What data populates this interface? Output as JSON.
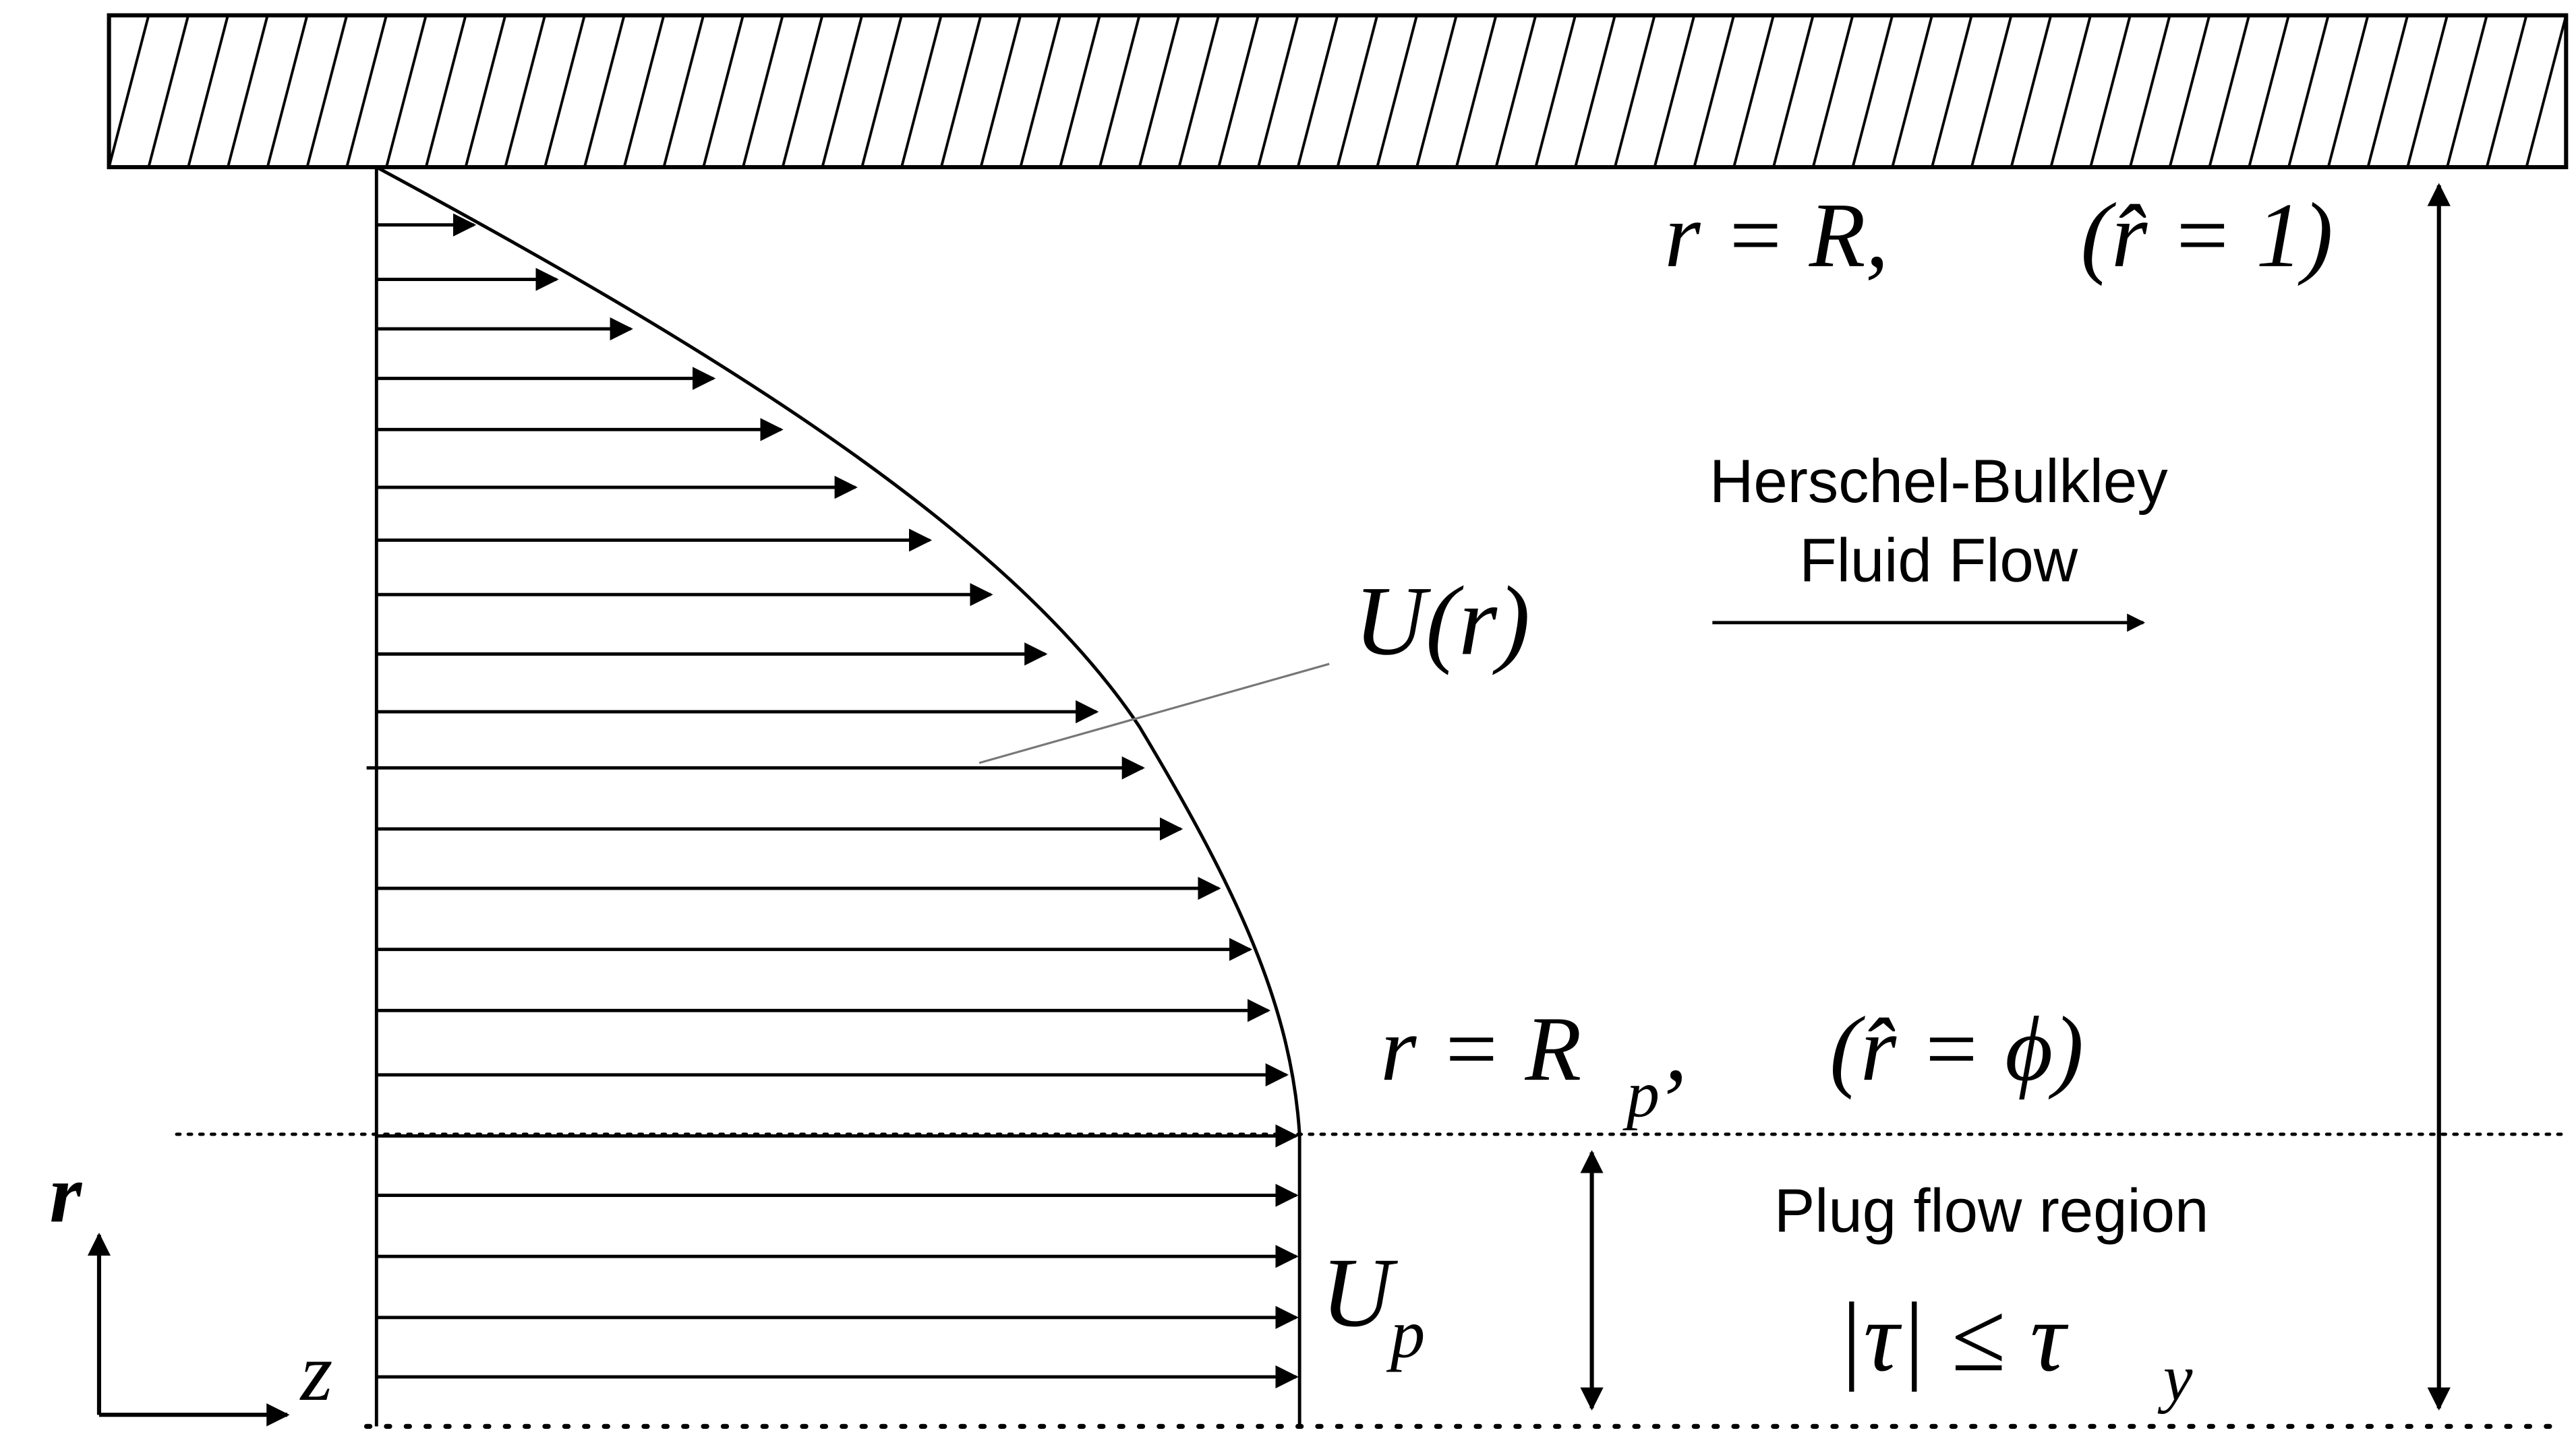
{
  "colors": {
    "ink": "#000000",
    "leader_line": "#777777",
    "background": "#ffffff"
  },
  "wall": {
    "name": "pipe-wall",
    "hatching": "diagonal"
  },
  "labels": {
    "wall_condition": {
      "lhs": "r = R,",
      "rhat_eq": "(r̂ = 1)"
    },
    "plug_condition": {
      "lhs_r": "r = R",
      "lhs_sub": "p",
      "comma": ",",
      "rhat_eq": "(r̂ = ϕ)"
    },
    "flow_title_line1": "Herschel-Bulkley",
    "flow_title_line2": "Fluid Flow",
    "velocity_profile": "U(r)",
    "plug_velocity_main": "U",
    "plug_velocity_sub": "p",
    "plug_region": "Plug flow region",
    "yield_condition_main": "|τ| ≤ τ",
    "yield_condition_sub": "y",
    "axis_r": "r",
    "axis_z": "z"
  },
  "profile": {
    "arrow_count": 21,
    "plug_arrow_count": 5,
    "plug_boundary_fraction": 0.7726
  }
}
